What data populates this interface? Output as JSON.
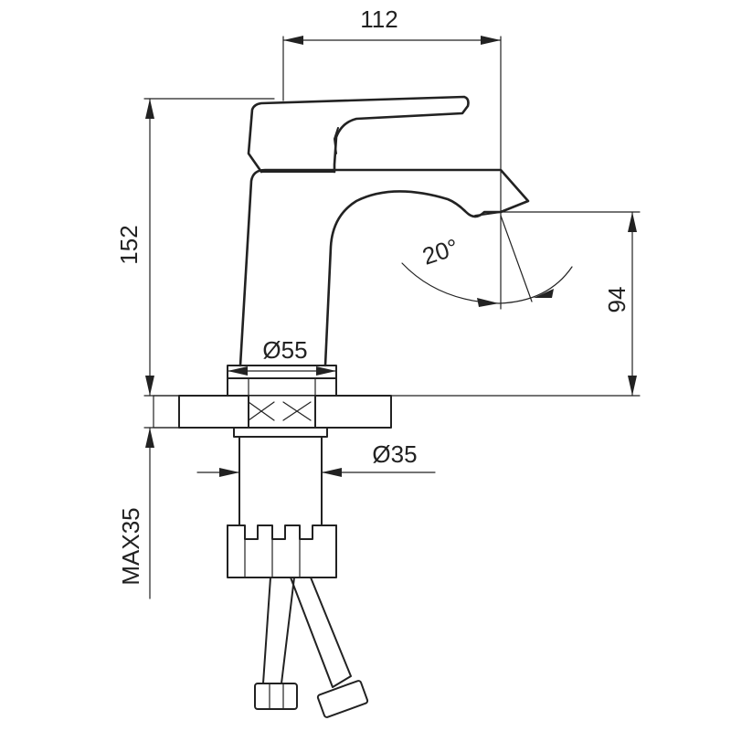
{
  "dimensions": {
    "width_112": "112",
    "height_152": "152",
    "height_94": "94",
    "angle_20": "20°",
    "dia_55": "Ø55",
    "dia_35": "Ø35",
    "max_35": "MAX35"
  },
  "colors": {
    "line": "#222222",
    "background": "#ffffff"
  }
}
